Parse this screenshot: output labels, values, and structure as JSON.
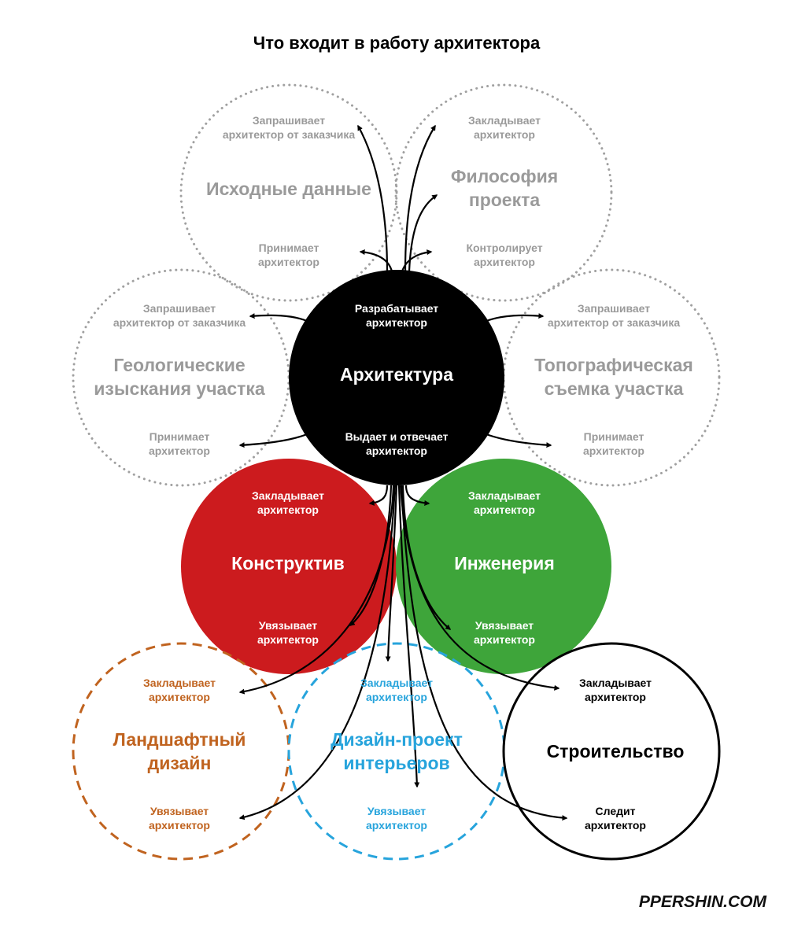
{
  "title": "Что входит в работу архитектора",
  "brand": "PPERSHIN.COM",
  "colors": {
    "gray": "#9a9a9a",
    "red": "#cc1b1e",
    "green": "#3ea53a",
    "orange": "#c0631f",
    "blue": "#27a4dc",
    "black": "#000000"
  },
  "nodes": {
    "architecture": {
      "name": "Архитектура",
      "top": "Разрабатывает\nархитектор",
      "bottom": "Выдает и отвечает\nархитектор"
    },
    "initial_data": {
      "name": "Исходные данные",
      "top": "Запрашивает\nархитектор от заказчика",
      "bottom": "Принимает\nархитектор"
    },
    "philosophy": {
      "name": "Философия\nпроекта",
      "top": "Закладывает\nархитектор",
      "bottom": "Контролирует\nархитектор"
    },
    "geology": {
      "name": "Геологические\nизыскания участка",
      "top": "Запрашивает\nархитектор от заказчика",
      "bottom": "Принимает\nархитектор"
    },
    "topography": {
      "name": "Топографическая\nсъемка участка",
      "top": "Запрашивает\nархитектор от заказчика",
      "bottom": "Принимает\nархитектор"
    },
    "structure": {
      "name": "Конструктив",
      "top": "Закладывает\nархитектор",
      "bottom": "Увязывает\nархитектор"
    },
    "engineering": {
      "name": "Инженерия",
      "top": "Закладывает\nархитектор",
      "bottom": "Увязывает\nархитектор"
    },
    "landscape": {
      "name": "Ландшафтный\nдизайн",
      "top": "Закладывает\nархитектор",
      "bottom": "Увязывает\nархитектор"
    },
    "interior": {
      "name": "Дизайн-проект\nинтерьеров",
      "top": "Закладывает\nархитектор",
      "bottom": "Увязывает\nархитектор"
    },
    "construction": {
      "name": "Строительство",
      "top": "Закладывает\nархитектор",
      "bottom": "Следит\nархитектор"
    }
  }
}
